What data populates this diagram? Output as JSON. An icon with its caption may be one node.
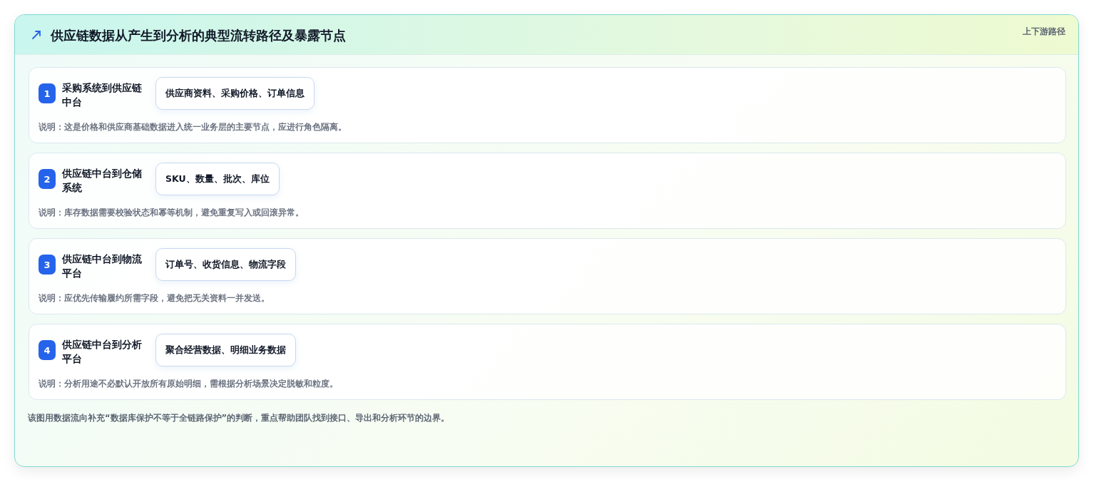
{
  "diagram": {
    "title": "供应链数据从产生到分析的典型流转路径及暴露节点",
    "nodes": [
      {
        "text": [
          "采购系统到供应链中台",
          "说明：这是价格和供应商基础数据进入统一业务层的主要节点，应进行角色隔离。"
        ]
      },
      {
        "text": [
          "1"
        ],
        "in": 0
      },
      {
        "text": [
          "供应商资料、采购价格、订单信息"
        ],
        "in": 0
      },
      {
        "text": [
          "供应链中台到仓储系统",
          "说明：库存数据需要校验状态和幂等机制，避免重复写入或回滚异常。"
        ]
      },
      {
        "text": [
          "2"
        ],
        "in": 3
      },
      {
        "text": [
          "SKU、数量、批次、库位"
        ],
        "in": 3
      },
      {
        "text": [
          "供应链中台到物流平台",
          "说明：应优先传输履约所需字段，避免把无关资料一并发送。"
        ]
      },
      {
        "text": [
          "3"
        ],
        "in": 6
      },
      {
        "text": [
          "订单号、收货信息、物流字段"
        ],
        "in": 6
      },
      {
        "text": [
          "供应链中台到分析平台",
          "说明：分析用途不必默认开放所有原始明细，需根据分析场景决定脱敏和粒度。"
        ]
      },
      {
        "text": [
          "4"
        ],
        "in": 9
      },
      {
        "text": [
          "聚合经营数据、明细业务数据"
        ],
        "in": 9
      }
    ],
    "labels": [
      "上下游路径",
      "该图用数据流向补充“数据库保护不等于全链路保护”的判断，重点帮助团队找到接口、导出和分析环节的边界。"
    ]
  }
}
